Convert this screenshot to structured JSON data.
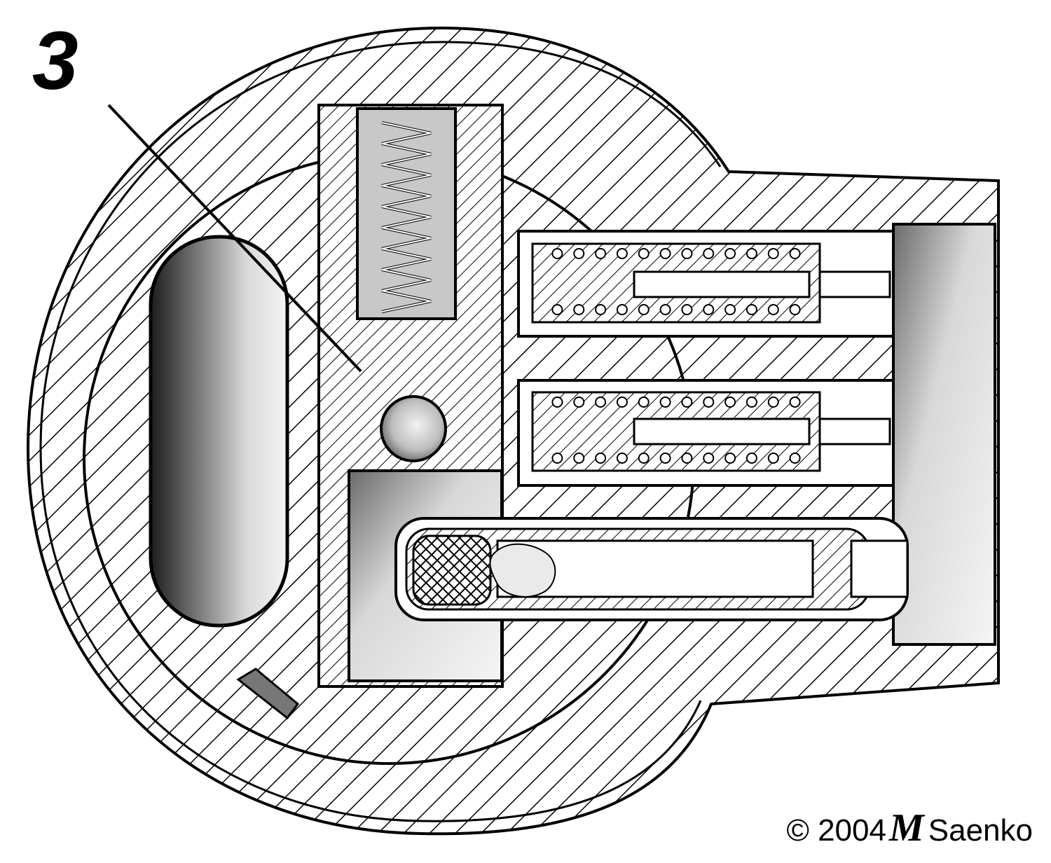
{
  "figure": {
    "callout_number": "3"
  },
  "credit": {
    "copyright": "© 2004",
    "monogram": "M",
    "author": "Saenko"
  }
}
